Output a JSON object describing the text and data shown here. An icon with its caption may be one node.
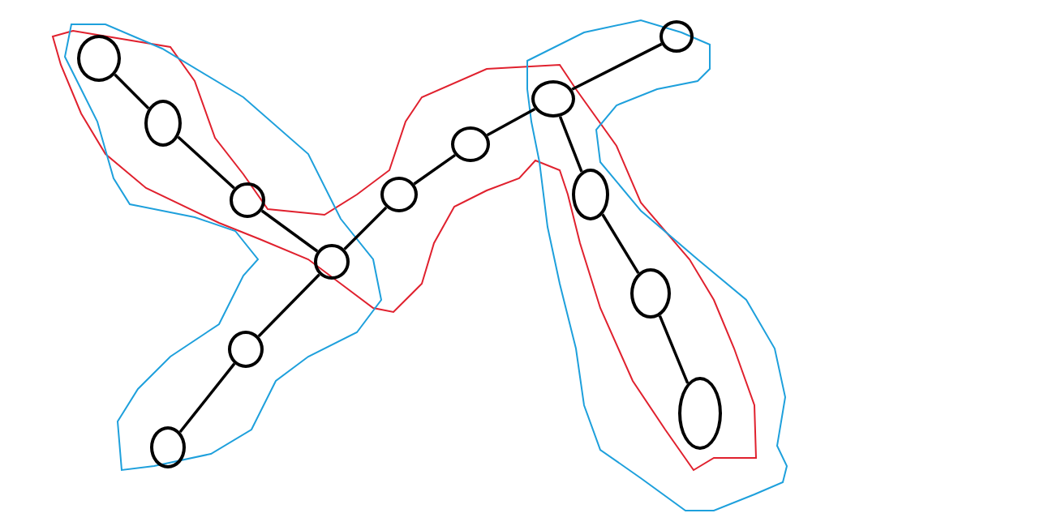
{
  "diagram": {
    "nodes": [
      {
        "text": [],
        "shape": "circle"
      },
      {
        "text": [],
        "shape": "circle"
      },
      {
        "text": [],
        "shape": "circle"
      },
      {
        "text": [],
        "shape": "circle"
      },
      {
        "text": [],
        "shape": "circle"
      },
      {
        "text": [],
        "shape": "circle"
      },
      {
        "text": [],
        "shape": "circle"
      },
      {
        "text": [],
        "shape": "circle"
      },
      {
        "text": [],
        "shape": "circle"
      },
      {
        "text": [],
        "shape": "circle"
      },
      {
        "text": [],
        "shape": "circle"
      },
      {
        "text": [],
        "shape": "circle"
      },
      {
        "text": [],
        "shape": "circle"
      }
    ],
    "edges": [
      {
        "from": 0,
        "to": 1,
        "arrow": "none"
      },
      {
        "from": 1,
        "to": 2,
        "arrow": "none"
      },
      {
        "from": 2,
        "to": 3,
        "arrow": "none"
      },
      {
        "from": 3,
        "to": 4,
        "arrow": "none"
      },
      {
        "from": 4,
        "to": 5,
        "arrow": "none"
      },
      {
        "from": 3,
        "to": 6,
        "arrow": "none"
      },
      {
        "from": 6,
        "to": 7,
        "arrow": "none"
      },
      {
        "from": 7,
        "to": 8,
        "arrow": "none"
      },
      {
        "from": 8,
        "to": 9,
        "arrow": "none"
      },
      {
        "from": 8,
        "to": 10,
        "arrow": "none"
      },
      {
        "from": 10,
        "to": 11,
        "arrow": "none"
      },
      {
        "from": 11,
        "to": 12,
        "arrow": "none"
      }
    ]
  }
}
